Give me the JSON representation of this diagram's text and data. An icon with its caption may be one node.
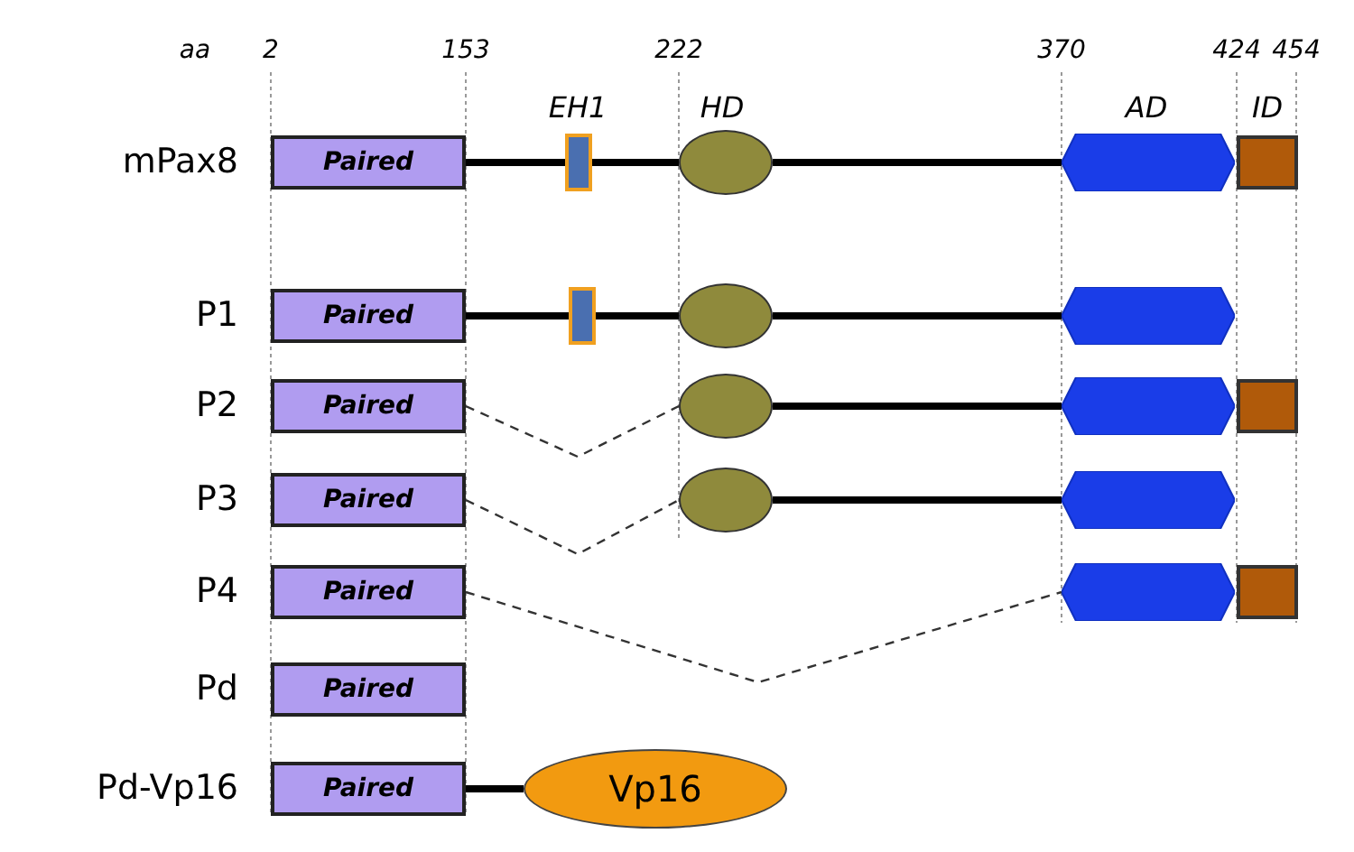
{
  "diagram": {
    "nodes": [
      {
        "text": [
          "Paired"
        ]
      },
      {
        "text": [],
        "shape": "box"
      },
      {
        "text": [],
        "shape": "ellipse"
      },
      {
        "text": [],
        "shape": "hexagon"
      },
      {
        "text": [],
        "shape": "box"
      },
      {
        "text": [
          "Paired"
        ]
      },
      {
        "text": [],
        "shape": "box"
      },
      {
        "text": [],
        "shape": "ellipse"
      },
      {
        "text": [],
        "shape": "hexagon"
      },
      {
        "text": [
          "Paired"
        ]
      },
      {
        "text": [],
        "shape": "ellipse"
      },
      {
        "text": [],
        "shape": "hexagon"
      },
      {
        "text": [],
        "shape": "box"
      },
      {
        "text": [
          "Paired"
        ]
      },
      {
        "text": [],
        "shape": "ellipse"
      },
      {
        "text": [],
        "shape": "hexagon"
      },
      {
        "text": [
          "Paired"
        ]
      },
      {
        "text": [],
        "shape": "hexagon"
      },
      {
        "text": [],
        "shape": "box"
      },
      {
        "text": [
          "Paired"
        ]
      },
      {
        "text": [
          "Paired"
        ]
      },
      {
        "text": [
          "Vp16"
        ]
      }
    ],
    "edges": [
      {
        "from": 0,
        "to": 1,
        "arrow": "none"
      },
      {
        "from": 1,
        "to": 2,
        "arrow": "none"
      },
      {
        "from": 2,
        "to": 3,
        "arrow": "none"
      },
      {
        "from": 5,
        "to": 6,
        "arrow": "none"
      },
      {
        "from": 6,
        "to": 7,
        "arrow": "none"
      },
      {
        "from": 7,
        "to": 8,
        "arrow": "none"
      },
      {
        "from": 9,
        "to": 10,
        "arrow": "none",
        "style": "dashed"
      },
      {
        "from": 10,
        "to": 11,
        "arrow": "none"
      },
      {
        "from": 13,
        "to": 14,
        "arrow": "none",
        "style": "dashed"
      },
      {
        "from": 14,
        "to": 15,
        "arrow": "none"
      },
      {
        "from": 16,
        "to": 17,
        "arrow": "none",
        "style": "dashed"
      },
      {
        "from": 20,
        "to": 21,
        "arrow": "none"
      }
    ],
    "labels": [
      "aa",
      "2",
      "153",
      "222",
      "370",
      "424",
      "454",
      "EH1",
      "HD",
      "AD",
      "ID",
      "mPax8",
      "P1",
      "P2",
      "P3",
      "P4",
      "Pd",
      "Pd-Vp16"
    ]
  }
}
